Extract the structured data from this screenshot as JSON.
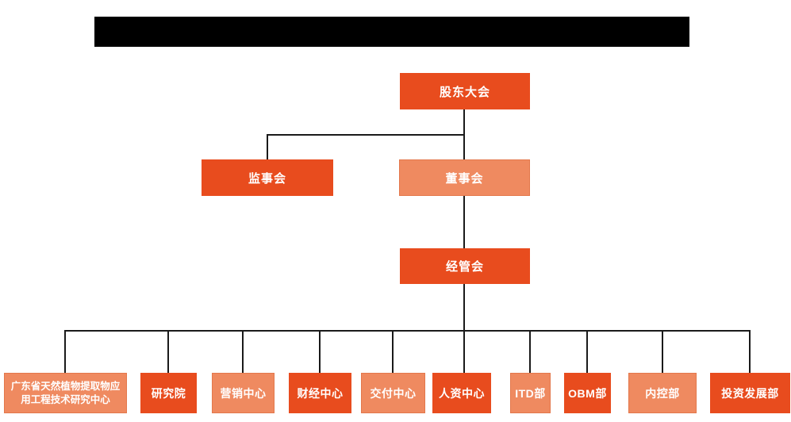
{
  "header": {
    "redacted_title": "",
    "note": "title blacked out"
  },
  "org_chart": {
    "colors": {
      "dark": "#E84C1E",
      "light": "#EF8A60",
      "line": "#1a1a1a",
      "text": "#ffffff",
      "redacted": "#000000"
    },
    "nodes": {
      "root": {
        "label": "股东大会",
        "variant": "dark"
      },
      "supervisory_board": {
        "label": "监事会",
        "variant": "dark"
      },
      "board_of_directors": {
        "label": "董事会",
        "variant": "light"
      },
      "management_committee": {
        "label": "经管会",
        "variant": "dark"
      },
      "departments": [
        {
          "label": "广东省天然植物提取物应用工程技术研究中心",
          "variant": "light"
        },
        {
          "label": "研究院",
          "variant": "dark"
        },
        {
          "label": "营销中心",
          "variant": "light"
        },
        {
          "label": "财经中心",
          "variant": "dark"
        },
        {
          "label": "交付中心",
          "variant": "light"
        },
        {
          "label": "人资中心",
          "variant": "dark"
        },
        {
          "label": "ITD部",
          "variant": "light"
        },
        {
          "label": "OBM部",
          "variant": "dark"
        },
        {
          "label": "内控部",
          "variant": "light"
        },
        {
          "label": "投资发展部",
          "variant": "dark"
        }
      ]
    }
  }
}
